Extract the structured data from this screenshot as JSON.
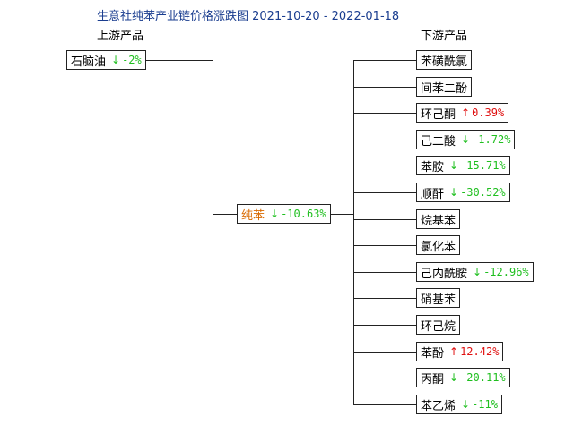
{
  "title": "生意社纯苯产业链价格涨跌图 2021-10-20 - 2022-01-18",
  "upstream_header": "上游产品",
  "downstream_header": "下游产品",
  "colors": {
    "down": "#1fbf1f",
    "up": "#e01010",
    "core": "#d96a00",
    "title": "#1a3d8f",
    "line": "#222222"
  },
  "upstream": [
    {
      "name": "石脑油",
      "change": "-2%",
      "direction": "down"
    }
  ],
  "core": {
    "name": "纯苯",
    "change": "-10.63%",
    "direction": "down"
  },
  "downstream": [
    {
      "name": "苯磺酰氯",
      "change": "",
      "direction": "none"
    },
    {
      "name": "间苯二酚",
      "change": "",
      "direction": "none"
    },
    {
      "name": "环己酮",
      "change": "0.39%",
      "direction": "up"
    },
    {
      "name": "己二酸",
      "change": "-1.72%",
      "direction": "down"
    },
    {
      "name": "苯胺",
      "change": "-15.71%",
      "direction": "down"
    },
    {
      "name": "顺酐",
      "change": "-30.52%",
      "direction": "down"
    },
    {
      "name": "烷基苯",
      "change": "",
      "direction": "none"
    },
    {
      "name": "氯化苯",
      "change": "",
      "direction": "none"
    },
    {
      "name": "己内酰胺",
      "change": "-12.96%",
      "direction": "down"
    },
    {
      "name": "硝基苯",
      "change": "",
      "direction": "none"
    },
    {
      "name": "环己烷",
      "change": "",
      "direction": "none"
    },
    {
      "name": "苯酚",
      "change": "12.42%",
      "direction": "up"
    },
    {
      "name": "丙酮",
      "change": "-20.11%",
      "direction": "down"
    },
    {
      "name": "苯乙烯",
      "change": "-11%",
      "direction": "down"
    }
  ]
}
